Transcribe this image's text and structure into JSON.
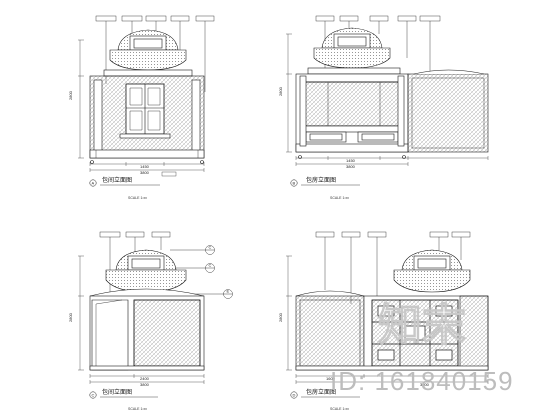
{
  "drawing": {
    "panels": [
      {
        "id": "A",
        "title": "包间立面图",
        "scale": "SCALE 1:xx",
        "position": "top-left"
      },
      {
        "id": "B",
        "title": "包房立面图",
        "scale": "SCALE 1:xx",
        "position": "top-right"
      },
      {
        "id": "C",
        "title": "包间立面图",
        "scale": "SCALE 1:xx",
        "position": "bottom-left"
      },
      {
        "id": "D",
        "title": "包房立面图",
        "scale": "SCALE 1:xx",
        "position": "bottom-right"
      }
    ],
    "line_color": "#1a1a1a",
    "hatch_color": "#777777"
  },
  "watermark": {
    "logo_text": "知末",
    "id_text": "ID: 161840159",
    "color": "#bdbdbd"
  }
}
